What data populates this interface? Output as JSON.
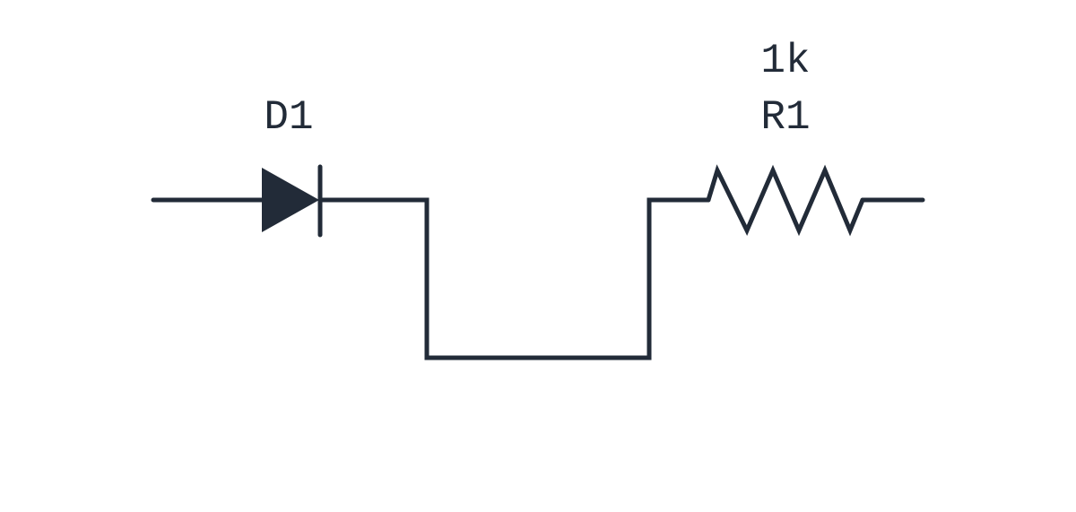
{
  "colors": {
    "ink": "#222b38",
    "background": "#ffffff"
  },
  "components": {
    "diode": {
      "reference": "D1"
    },
    "resistor": {
      "reference": "R1",
      "value": "1k"
    }
  }
}
